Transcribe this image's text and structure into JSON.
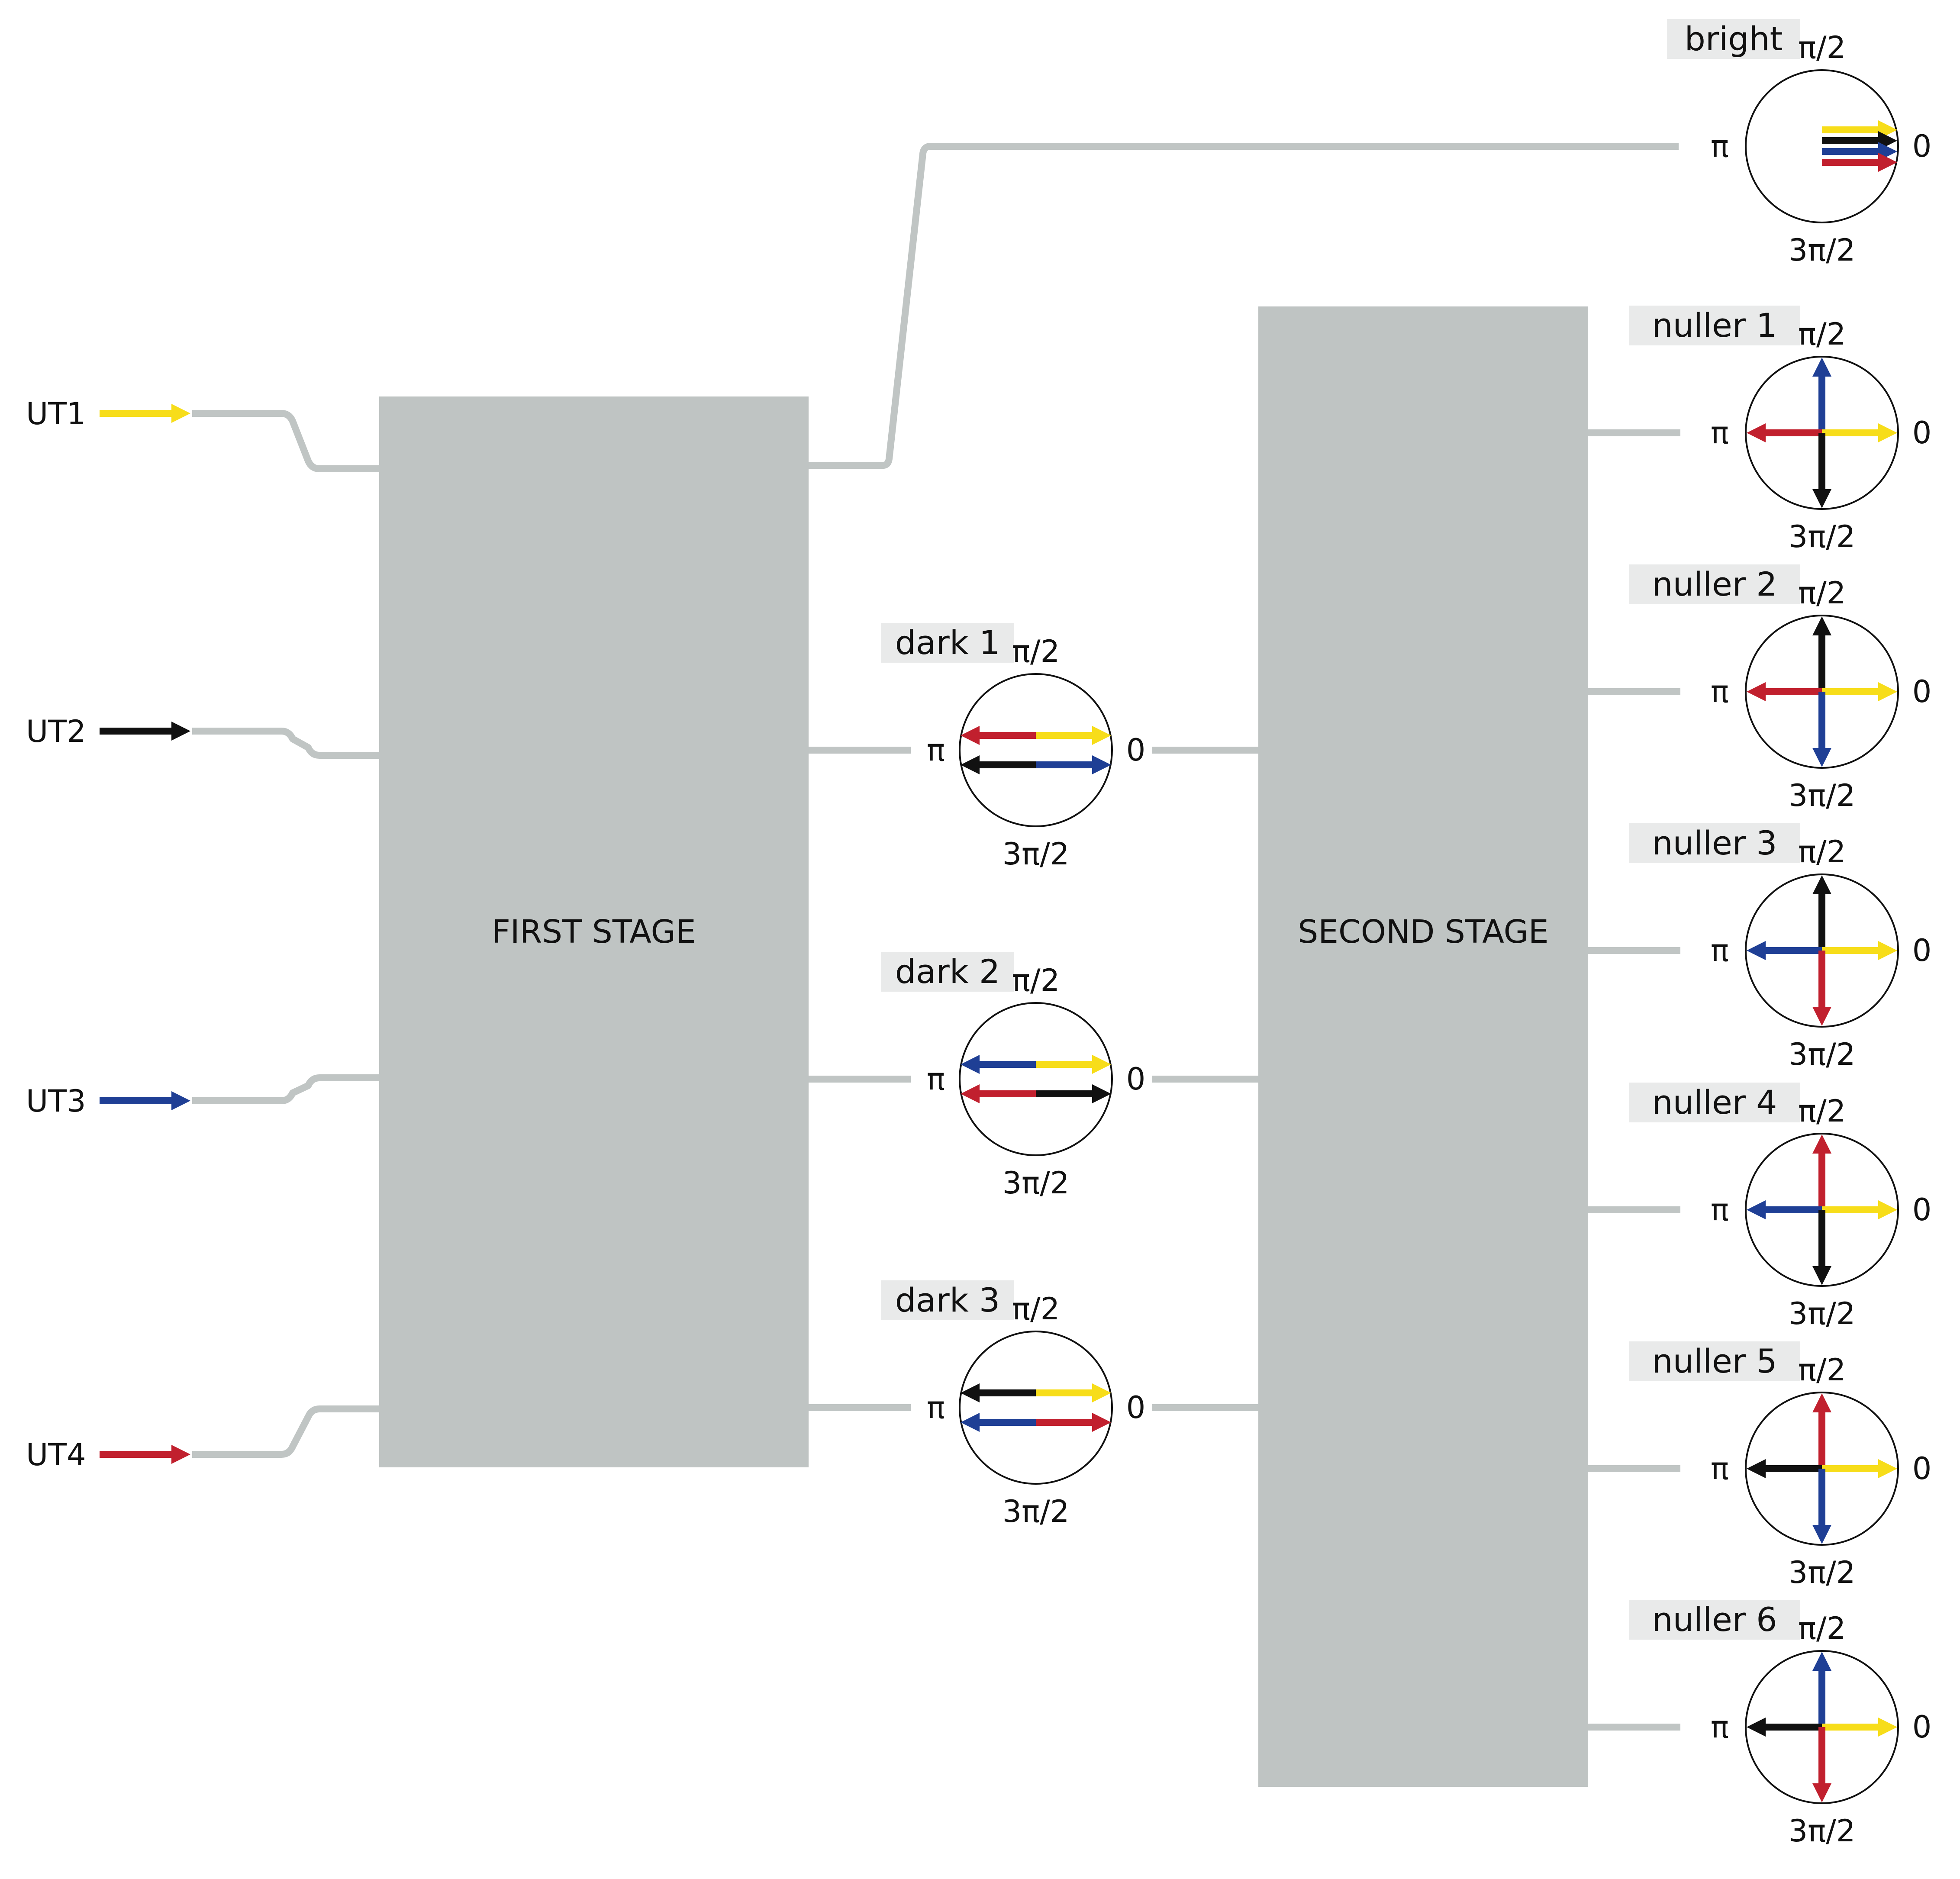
{
  "colors": {
    "line": "#c0c5c4",
    "stage_fill": "#bfc4c3",
    "tag_bg": "#e9eaea",
    "ut1": "#f7dd1a",
    "ut2": "#111111",
    "ut3": "#1f3f95",
    "ut4": "#c1202e"
  },
  "inputs": [
    {
      "label": "UT1",
      "color_key": "ut1"
    },
    {
      "label": "UT2",
      "color_key": "ut2"
    },
    {
      "label": "UT3",
      "color_key": "ut3"
    },
    {
      "label": "UT4",
      "color_key": "ut4"
    }
  ],
  "stages": {
    "first": "FIRST STAGE",
    "second": "SECOND STAGE"
  },
  "phase_labels": {
    "zero": "0",
    "half_pi": "π/2",
    "pi": "π",
    "three_half_pi": "3π/2"
  },
  "bright": {
    "tag": "bright",
    "arrows": [
      {
        "color": "ut1",
        "dir": "0"
      },
      {
        "color": "ut2",
        "dir": "0"
      },
      {
        "color": "ut3",
        "dir": "0"
      },
      {
        "color": "ut4",
        "dir": "0"
      }
    ]
  },
  "darks": [
    {
      "tag": "dark 1",
      "arrows": [
        {
          "color": "ut4",
          "dir": "pi",
          "row": "top"
        },
        {
          "color": "ut1",
          "dir": "0",
          "row": "top"
        },
        {
          "color": "ut2",
          "dir": "pi",
          "row": "bottom"
        },
        {
          "color": "ut3",
          "dir": "0",
          "row": "bottom"
        }
      ]
    },
    {
      "tag": "dark 2",
      "arrows": [
        {
          "color": "ut3",
          "dir": "pi",
          "row": "top"
        },
        {
          "color": "ut1",
          "dir": "0",
          "row": "top"
        },
        {
          "color": "ut4",
          "dir": "pi",
          "row": "bottom"
        },
        {
          "color": "ut2",
          "dir": "0",
          "row": "bottom"
        }
      ]
    },
    {
      "tag": "dark 3",
      "arrows": [
        {
          "color": "ut2",
          "dir": "pi",
          "row": "top"
        },
        {
          "color": "ut1",
          "dir": "0",
          "row": "top"
        },
        {
          "color": "ut3",
          "dir": "pi",
          "row": "bottom"
        },
        {
          "color": "ut4",
          "dir": "0",
          "row": "bottom"
        }
      ]
    }
  ],
  "nullers": [
    {
      "tag": "nuller 1",
      "arrows": [
        {
          "color": "ut3",
          "dir": "pi/2"
        },
        {
          "color": "ut4",
          "dir": "pi"
        },
        {
          "color": "ut1",
          "dir": "0"
        },
        {
          "color": "ut2",
          "dir": "3pi/2"
        }
      ]
    },
    {
      "tag": "nuller 2",
      "arrows": [
        {
          "color": "ut2",
          "dir": "pi/2"
        },
        {
          "color": "ut4",
          "dir": "pi"
        },
        {
          "color": "ut1",
          "dir": "0"
        },
        {
          "color": "ut3",
          "dir": "3pi/2"
        }
      ]
    },
    {
      "tag": "nuller 3",
      "arrows": [
        {
          "color": "ut2",
          "dir": "pi/2"
        },
        {
          "color": "ut3",
          "dir": "pi"
        },
        {
          "color": "ut1",
          "dir": "0"
        },
        {
          "color": "ut4",
          "dir": "3pi/2"
        }
      ]
    },
    {
      "tag": "nuller 4",
      "arrows": [
        {
          "color": "ut4",
          "dir": "pi/2"
        },
        {
          "color": "ut3",
          "dir": "pi"
        },
        {
          "color": "ut1",
          "dir": "0"
        },
        {
          "color": "ut2",
          "dir": "3pi/2"
        }
      ]
    },
    {
      "tag": "nuller 5",
      "arrows": [
        {
          "color": "ut4",
          "dir": "pi/2"
        },
        {
          "color": "ut2",
          "dir": "pi"
        },
        {
          "color": "ut1",
          "dir": "0"
        },
        {
          "color": "ut3",
          "dir": "3pi/2"
        }
      ]
    },
    {
      "tag": "nuller 6",
      "arrows": [
        {
          "color": "ut3",
          "dir": "pi/2"
        },
        {
          "color": "ut2",
          "dir": "pi"
        },
        {
          "color": "ut1",
          "dir": "0"
        },
        {
          "color": "ut4",
          "dir": "3pi/2"
        }
      ]
    }
  ]
}
